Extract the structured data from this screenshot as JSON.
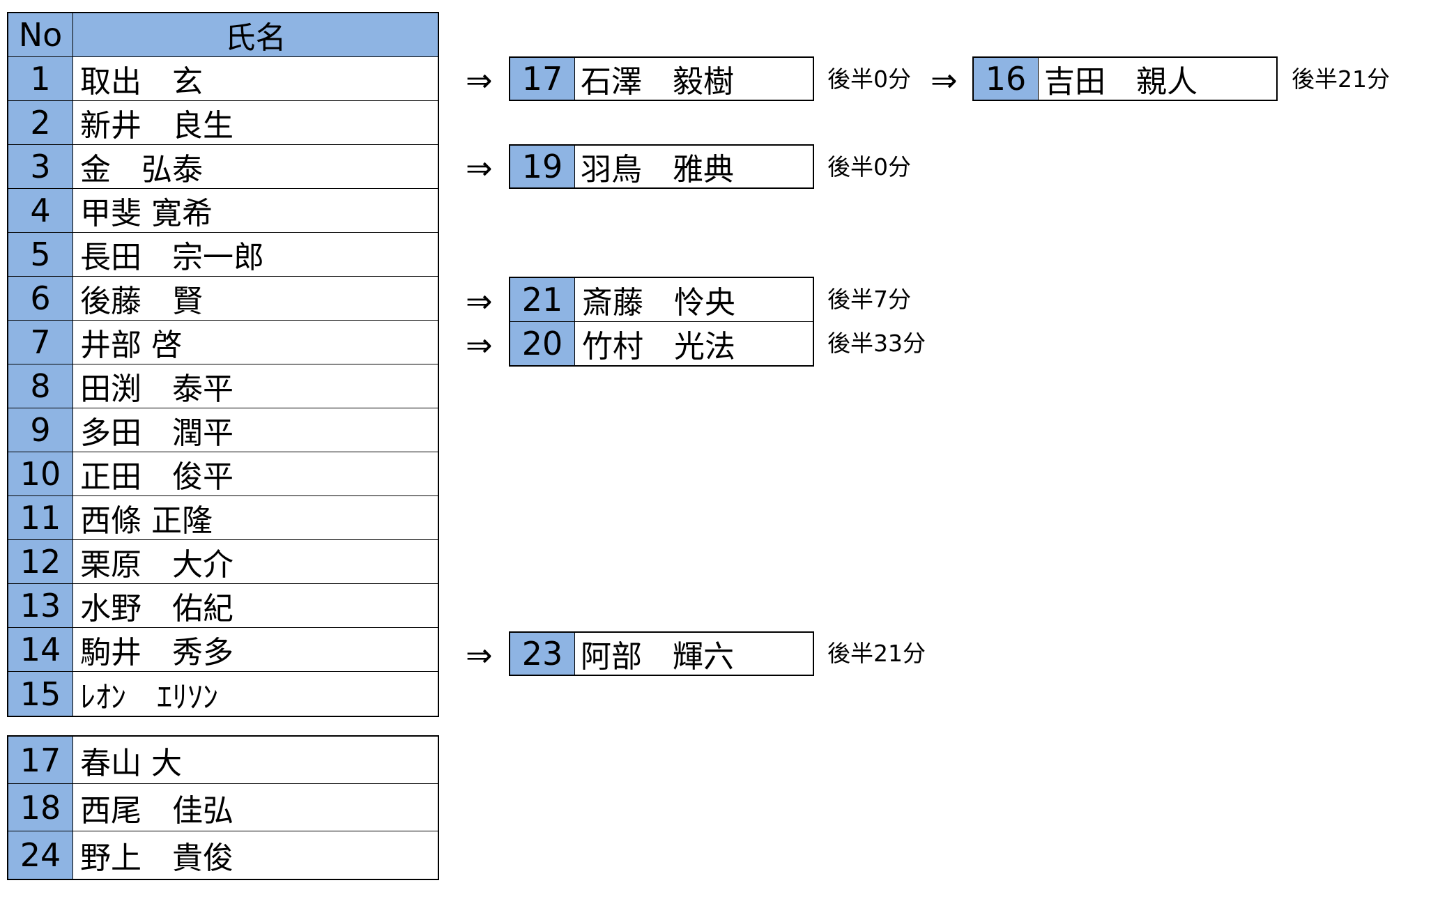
{
  "header": {
    "no": "No",
    "name": "氏名"
  },
  "starters": [
    {
      "no": "1",
      "name": "取出　玄"
    },
    {
      "no": "2",
      "name": "新井　良生"
    },
    {
      "no": "3",
      "name": "金　弘泰"
    },
    {
      "no": "4",
      "name": "甲斐 寛希"
    },
    {
      "no": "5",
      "name": "長田　宗一郎"
    },
    {
      "no": "6",
      "name": "後藤　賢"
    },
    {
      "no": "7",
      "name": "井部 啓"
    },
    {
      "no": "8",
      "name": "田渕　泰平"
    },
    {
      "no": "9",
      "name": "多田　潤平"
    },
    {
      "no": "10",
      "name": "正田　俊平"
    },
    {
      "no": "11",
      "name": "西條 正隆"
    },
    {
      "no": "12",
      "name": "栗原　大介"
    },
    {
      "no": "13",
      "name": "水野　佑紀"
    },
    {
      "no": "14",
      "name": "駒井　秀多"
    },
    {
      "no": "15",
      "name": "ﾚｵﾝ　ｴﾘｿﾝ"
    }
  ],
  "bench": [
    {
      "no": "17",
      "name": "春山 大"
    },
    {
      "no": "18",
      "name": "西尾　佳弘"
    },
    {
      "no": "24",
      "name": "野上　貴俊"
    }
  ],
  "arrow": "⇒",
  "subs": {
    "s1": {
      "no": "17",
      "name": "石澤　毅樹",
      "time": "後半0分"
    },
    "s1b": {
      "no": "16",
      "name": "吉田　親人",
      "time": "後半21分"
    },
    "s3": {
      "no": "19",
      "name": "羽鳥　雅典",
      "time": "後半0分"
    },
    "s6": {
      "no": "21",
      "name": "斎藤　怜央",
      "time": "後半7分"
    },
    "s7": {
      "no": "20",
      "name": "竹村　光法",
      "time": "後半33分"
    },
    "s14": {
      "no": "23",
      "name": "阿部　輝六",
      "time": "後半21分"
    }
  },
  "colors": {
    "accent": "#8eb4e3",
    "border": "#000000",
    "background": "#ffffff"
  }
}
